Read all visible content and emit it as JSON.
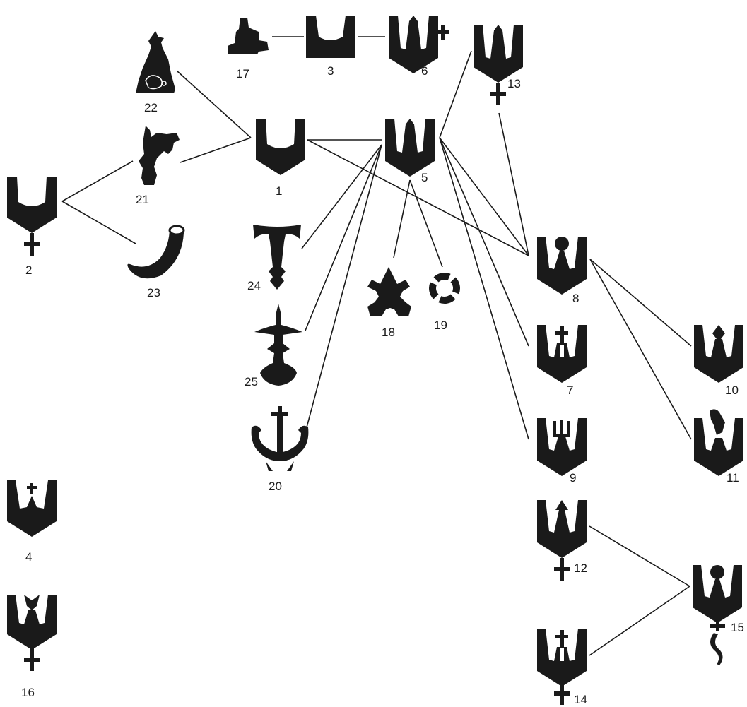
{
  "nodes": [
    {
      "id": "1",
      "label": "1",
      "glyph": "tamga-fork-icon"
    },
    {
      "id": "2",
      "label": "2",
      "glyph": "tamga-fork-cross-icon"
    },
    {
      "id": "3",
      "label": "3",
      "glyph": "tamga-fork-icon"
    },
    {
      "id": "4",
      "label": "4",
      "glyph": "tamga-fork-bird-icon"
    },
    {
      "id": "5",
      "label": "5",
      "glyph": "tamga-trident-icon"
    },
    {
      "id": "6",
      "label": "6",
      "glyph": "tamga-trident-side-cross-icon"
    },
    {
      "id": "7",
      "label": "7",
      "glyph": "tamga-trident-cross-icon"
    },
    {
      "id": "8",
      "label": "8",
      "glyph": "tamga-trident-ball-icon"
    },
    {
      "id": "9",
      "label": "9",
      "glyph": "tamga-trident-fork-icon"
    },
    {
      "id": "10",
      "label": "10",
      "glyph": "tamga-trident-diamond-icon"
    },
    {
      "id": "11",
      "label": "11",
      "glyph": "tamga-trident-bird-icon"
    },
    {
      "id": "12",
      "label": "12",
      "glyph": "tamga-trident-arrow-cross-icon"
    },
    {
      "id": "13",
      "label": "13",
      "glyph": "tamga-trident-bottom-cross-icon"
    },
    {
      "id": "14",
      "label": "14",
      "glyph": "tamga-trident-double-cross-icon"
    },
    {
      "id": "15",
      "label": "15",
      "glyph": "tamga-trident-ball-snake-icon"
    },
    {
      "id": "16",
      "label": "16",
      "glyph": "tamga-trident-tulip-cross-icon"
    },
    {
      "id": "17",
      "label": "17",
      "glyph": "tower-figure-icon"
    },
    {
      "id": "18",
      "label": "18",
      "glyph": "fleur-de-lis-icon"
    },
    {
      "id": "19",
      "label": "19",
      "glyph": "segmented-ring-icon"
    },
    {
      "id": "20",
      "label": "20",
      "glyph": "anchor-icon"
    },
    {
      "id": "21",
      "label": "21",
      "glyph": "animal-figure-icon"
    },
    {
      "id": "22",
      "label": "22",
      "glyph": "robed-figure-icon"
    },
    {
      "id": "23",
      "label": "23",
      "glyph": "horn-icon"
    },
    {
      "id": "24",
      "label": "24",
      "glyph": "hammer-icon"
    },
    {
      "id": "25",
      "label": "25",
      "glyph": "sword-icon"
    }
  ],
  "edges": [
    [
      "17",
      "3"
    ],
    [
      "3",
      "6"
    ],
    [
      "22",
      "1"
    ],
    [
      "21",
      "1"
    ],
    [
      "2",
      "21"
    ],
    [
      "2",
      "23"
    ],
    [
      "1",
      "5"
    ],
    [
      "1",
      "8"
    ],
    [
      "5",
      "24"
    ],
    [
      "5",
      "25"
    ],
    [
      "5",
      "20"
    ],
    [
      "5",
      "18"
    ],
    [
      "5",
      "19"
    ],
    [
      "5",
      "13"
    ],
    [
      "5",
      "8"
    ],
    [
      "5",
      "7"
    ],
    [
      "5",
      "9"
    ],
    [
      "13",
      "8"
    ],
    [
      "8",
      "10"
    ],
    [
      "8",
      "11"
    ],
    [
      "12",
      "15"
    ],
    [
      "14",
      "15"
    ]
  ]
}
